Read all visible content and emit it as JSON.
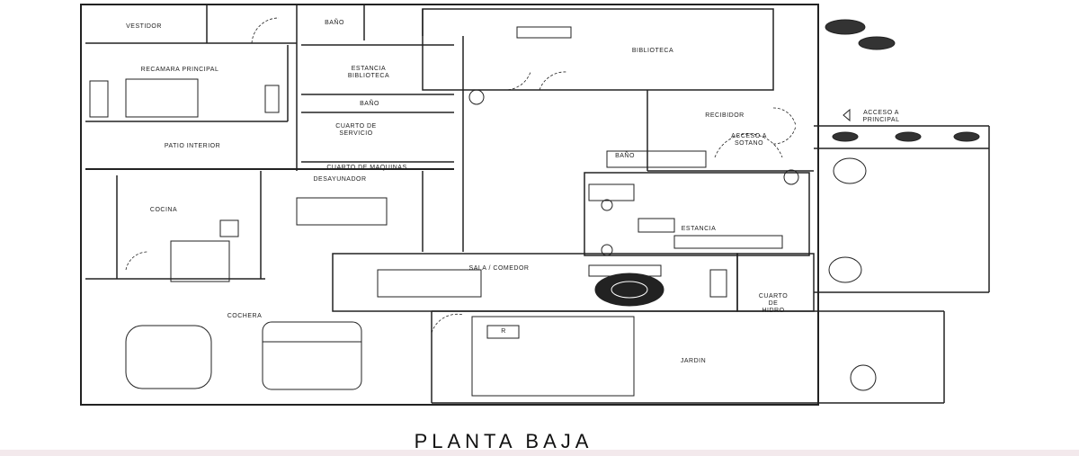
{
  "title": "PLANTA BAJA",
  "rooms": {
    "vestidor": "VESTIDOR",
    "bano_top": "BAÑO",
    "biblioteca": "BIBLIOTECA",
    "recamara": "RECAMARA PRINCIPAL",
    "estancia_biblioteca_1": "ESTANCIA",
    "estancia_biblioteca_2": "BIBLIOTECA",
    "bano_servicio": "BAÑO",
    "cuarto_servicio_1": "CUARTO DE",
    "cuarto_servicio_2": "SERVICIO",
    "patio": "PATIO INTERIOR",
    "maquinas": "CUARTO DE MAQUINAS",
    "recibidor": "RECIBIDOR",
    "acceso_principal_1": "ACCESO A",
    "acceso_principal_2": "PRINCIPAL",
    "acceso_sotano_1": "ACCESO A",
    "acceso_sotano_2": "SOTANO",
    "bano_estancia": "BAÑO",
    "desayunador": "DESAYUNADOR",
    "cocina": "COCINA",
    "estancia": "ESTANCIA",
    "sala": "SALA / COMEDOR",
    "hidro_1": "CUARTO",
    "hidro_2": "DE",
    "hidro_3": "HIDRO",
    "cochera": "COCHERA",
    "jardin": "JARDIN",
    "r_mark": "R"
  }
}
